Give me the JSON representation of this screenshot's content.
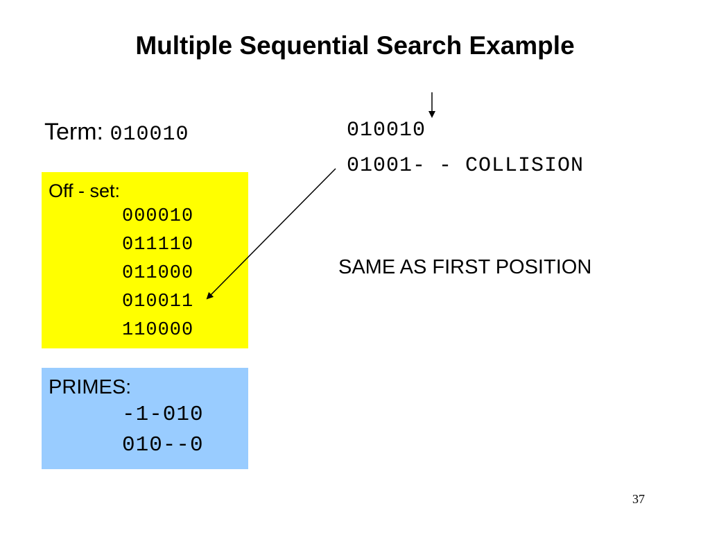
{
  "slide": {
    "title": "Multiple Sequential Search Example",
    "page_number": "37"
  },
  "term": {
    "label": "Term:",
    "value": "010010"
  },
  "offset_set": {
    "label": "Off - set:",
    "items": [
      "000010",
      "011110",
      "011000",
      "010011",
      "110000"
    ]
  },
  "primes": {
    "label": "PRIMES:",
    "items": [
      "-1-010",
      "010--0"
    ]
  },
  "comparison": {
    "line1": "010010",
    "line2": "01001- - COLLISION"
  },
  "note": "SAME AS FIRST POSITION"
}
